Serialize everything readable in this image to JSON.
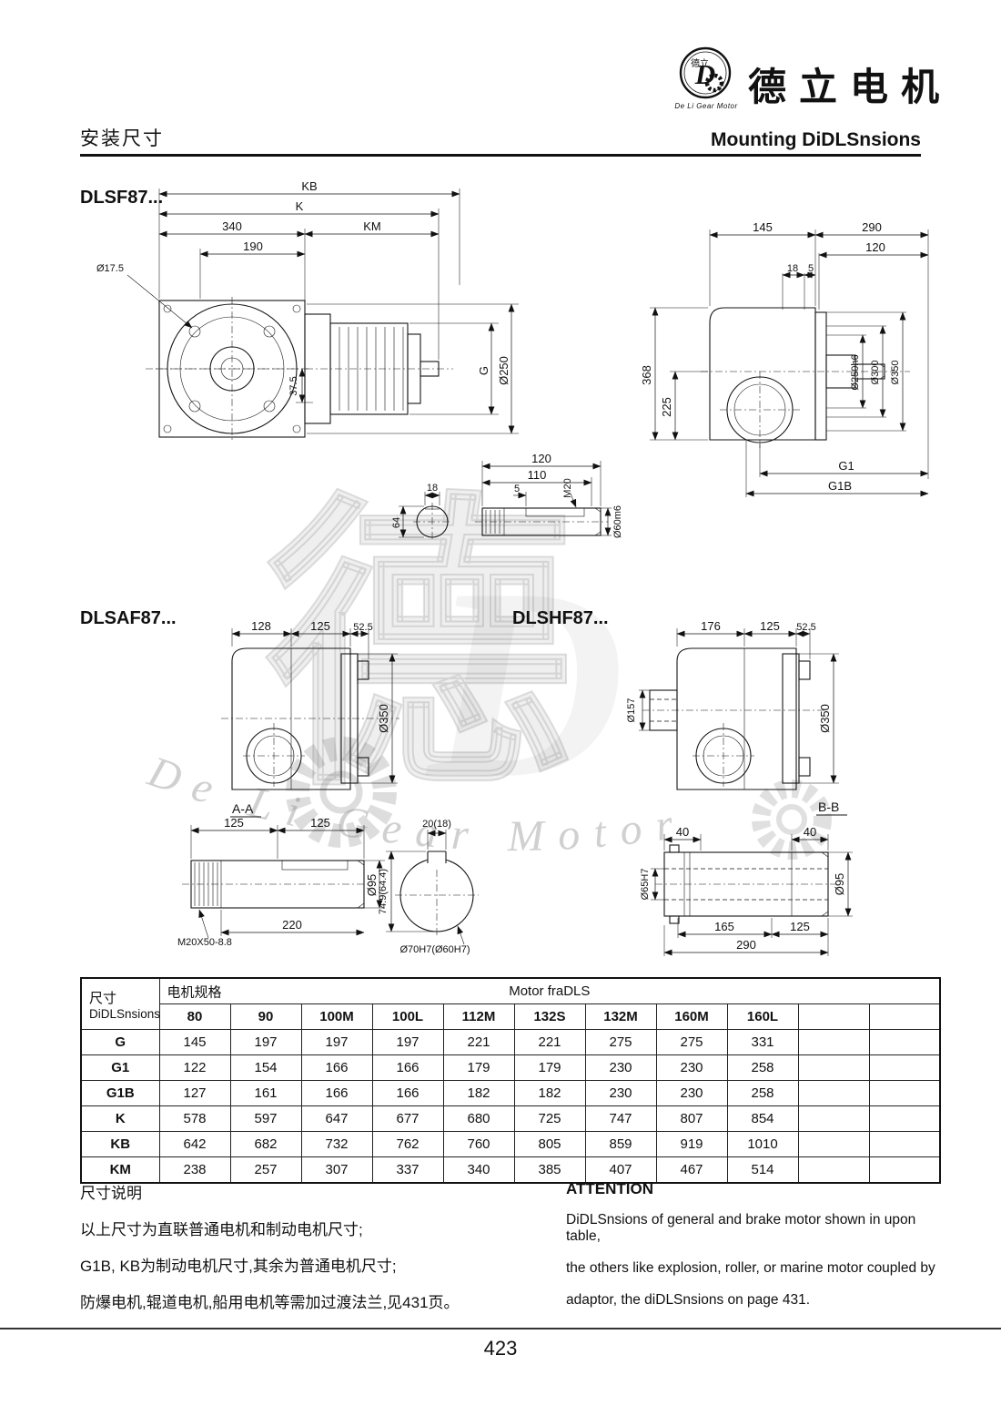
{
  "colors": {
    "ink": "#1a1a1a",
    "watermark_gray": "#9a9a9a"
  },
  "logo": {
    "emblem_char": "D",
    "emblem_small": "德立",
    "emblem_sub": "De Li Gear Motor",
    "brand": "德立电机"
  },
  "page_header": {
    "title_zh": "安装尺寸",
    "title_en": "Mounting DiDLSnsions"
  },
  "sections": {
    "dlsf": "DLSF87...",
    "dlsaf": "DLSAF87...",
    "dlshf": "DLSHF87..."
  },
  "drawings": {
    "dlsf_main": {
      "kb": "KB",
      "k": "K",
      "n340": "340",
      "km": "KM",
      "n190": "190",
      "d17_5": "Ø17.5",
      "n37_5": "37.5",
      "g": "G",
      "d250": "Ø250"
    },
    "dlsf_side": {
      "n145": "145",
      "n290": "290",
      "n120": "120",
      "n18": "18",
      "n5": "5",
      "n368": "368",
      "n225": "225",
      "d250h6": "Ø250h6",
      "d300": "Ø300",
      "d350": "Ø350",
      "g1": "G1",
      "g1b": "G1B"
    },
    "shaft_detail": {
      "n120": "120",
      "n110": "110",
      "n18": "18",
      "n5": "5",
      "m20": "M20",
      "d60m6": "Ø60m6",
      "n64": "64"
    },
    "dlsaf": {
      "n128": "128",
      "n125": "125",
      "n52_5": "52.5",
      "d350": "Ø350"
    },
    "dlshf": {
      "n176": "176",
      "n125": "125",
      "n52_5": "52.5",
      "d157": "Ø157",
      "d350": "Ø350"
    },
    "section_aa": {
      "label": "A-A",
      "n125a": "125",
      "n125b": "125",
      "d95": "Ø95",
      "thread": "M20X50-8.8",
      "n220": "220"
    },
    "bore_view": {
      "n20": "20(18)",
      "n74_9": "74.9(64.4)",
      "d70h7": "Ø70H7(Ø60H7)"
    },
    "section_bb": {
      "label": "B-B",
      "n40a": "40",
      "n40b": "40",
      "d65h7": "Ø65H7",
      "d95": "Ø95",
      "n165": "165",
      "n125": "125",
      "n290": "290"
    }
  },
  "table": {
    "dim_label_zh": "尺寸",
    "dim_label_en": "DiDLSnsions",
    "spec_label": "电机规格",
    "motor_label": "Motor fraDLS",
    "columns": [
      "80",
      "90",
      "100M",
      "100L",
      "112M",
      "132S",
      "132M",
      "160M",
      "160L"
    ],
    "rows": [
      {
        "label": "G",
        "values": [
          "145",
          "197",
          "197",
          "197",
          "221",
          "221",
          "275",
          "275",
          "331"
        ]
      },
      {
        "label": "G1",
        "values": [
          "122",
          "154",
          "166",
          "166",
          "179",
          "179",
          "230",
          "230",
          "258"
        ]
      },
      {
        "label": "G1B",
        "values": [
          "127",
          "161",
          "166",
          "166",
          "182",
          "182",
          "230",
          "230",
          "258"
        ]
      },
      {
        "label": "K",
        "values": [
          "578",
          "597",
          "647",
          "677",
          "680",
          "725",
          "747",
          "807",
          "854"
        ]
      },
      {
        "label": "KB",
        "values": [
          "642",
          "682",
          "732",
          "762",
          "760",
          "805",
          "859",
          "919",
          "1010"
        ]
      },
      {
        "label": "KM",
        "values": [
          "238",
          "257",
          "307",
          "337",
          "340",
          "385",
          "407",
          "467",
          "514"
        ]
      }
    ]
  },
  "notes": {
    "zh_title": "尺寸说明",
    "zh_lines": [
      "以上尺寸为直联普通电机和制动电机尺寸;",
      "G1B, KB为制动电机尺寸,其余为普通电机尺寸;",
      "防爆电机,辊道电机,船用电机等需加过渡法兰,见431页。"
    ],
    "en_title": "ATTENTION",
    "en_lines": [
      "DiDLSnsions of general and brake motor shown in upon table,",
      "the others like explosion, roller, or marine motor coupled by",
      "adaptor, the diDLSnsions on page 431."
    ]
  },
  "watermark": {
    "char": "德",
    "ghost": "D",
    "arc_text": "De  Li  Gear  Motor"
  },
  "footer": {
    "page": "423"
  }
}
